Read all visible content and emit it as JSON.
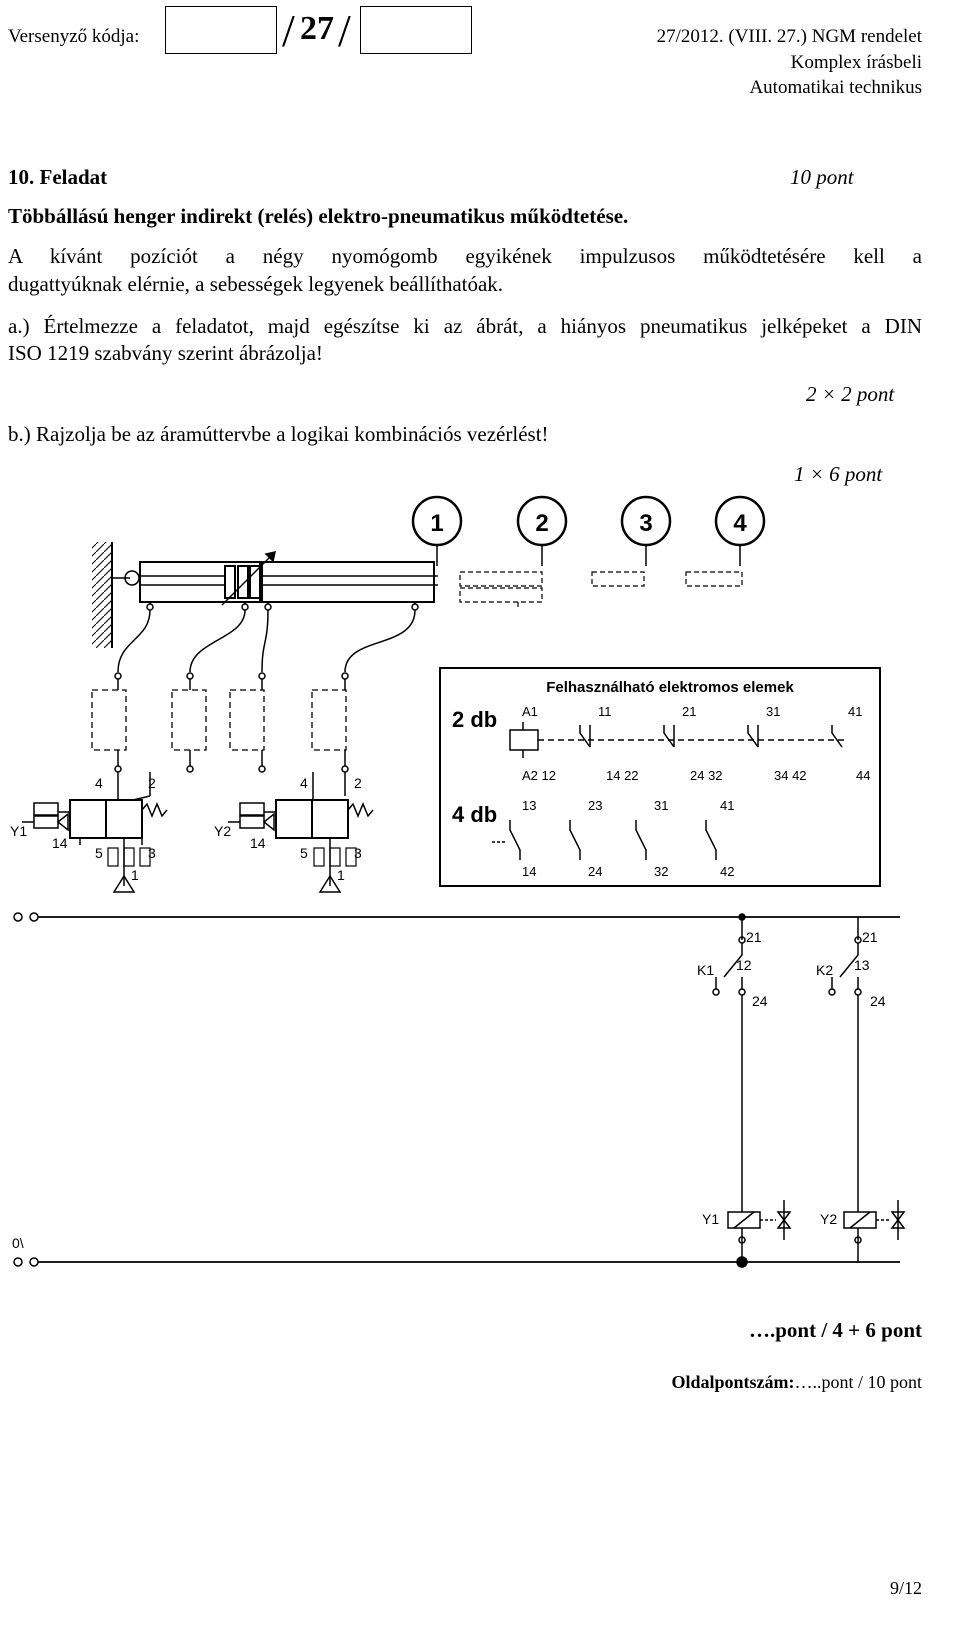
{
  "header": {
    "code_label": "Versenyző kódja:",
    "page_fraction": "27",
    "regulation": "27/2012. (VIII. 27.) NGM rendelet",
    "exam_type": "Komplex írásbeli",
    "profession": "Automatikai technikus"
  },
  "task": {
    "number": "10. Feladat",
    "points": "10 pont",
    "subtitle": "Többállású henger indirekt (relés) elektro-pneumatikus működtetése.",
    "intro_line1": "A kívánt pozíciót a négy nyomógomb egyikének impulzusos működtetésére kell a",
    "intro_line2": "dugattyúknak elérnie, a sebességek legyenek beállíthatóak.",
    "part_a_line1": "a.) Értelmezze a feladatot, majd egészítse ki az ábrát, a hiányos pneumatikus jelképeket a DIN",
    "part_a_line2": "ISO 1219 szabvány szerint ábrázolja!",
    "part_a_points": "2 × 2 pont",
    "part_b": "b.) Rajzolja be az áramúttervbe a logikai kombinációs vezérlést!",
    "part_b_points": "1 × 6 pont"
  },
  "figure": {
    "positions": [
      "1",
      "2",
      "3",
      "4"
    ],
    "valve1": {
      "coil": "Y1",
      "ports": [
        "4",
        "2",
        "14",
        "5",
        "3",
        "1"
      ]
    },
    "valve2": {
      "coil": "Y2",
      "ports": [
        "4",
        "2",
        "14",
        "5",
        "3",
        "1"
      ]
    },
    "elements_box": {
      "title": "Felhasználható elektromos elemek",
      "relay_count": "2 db",
      "relay_top": [
        "A1",
        "11",
        "21",
        "31",
        "41"
      ],
      "relay_bottom": [
        "A2 12",
        "14 22",
        "24 32",
        "34 42",
        "44"
      ],
      "button_count": "4 db",
      "button_top": [
        "13",
        "23",
        "31",
        "41"
      ],
      "button_bottom": [
        "14",
        "24",
        "32",
        "42"
      ]
    },
    "circuit": {
      "k1": {
        "label": "K1",
        "top": "21",
        "nc": "12",
        "no": "24"
      },
      "k2": {
        "label": "K2",
        "top": "21",
        "nc": "13",
        "no": "24"
      },
      "y1": "Y1",
      "y2": "Y2",
      "zero_label": "0\\"
    }
  },
  "footer": {
    "score_line": "….pont / 4 + 6 pont",
    "page_score_label": "Oldalpontszám:",
    "page_score_value": "…..pont / 10 pont",
    "page_number": "9/12"
  }
}
